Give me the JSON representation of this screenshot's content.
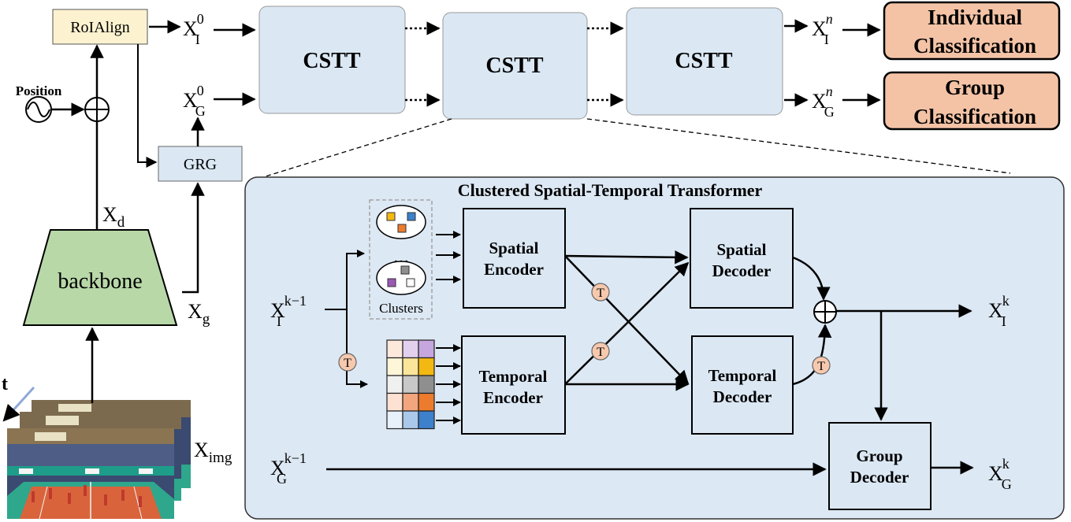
{
  "top": {
    "roialign": "RoIAlign",
    "position": "Position",
    "grg": "GRG",
    "cstt": [
      "CSTT",
      "CSTT",
      "CSTT"
    ],
    "individual_cls": [
      "Individual",
      "Classification"
    ],
    "group_cls": [
      "Group",
      "Classification"
    ]
  },
  "symbols": {
    "X": "X",
    "sub_I": "I",
    "sub_G": "G",
    "sup_0": "0",
    "sup_n": "n",
    "sup_k": "k",
    "sup_k_minus_1": "k−1",
    "sub_d": "d",
    "sub_g": "g",
    "sub_img": "img",
    "t": "t",
    "T": "T"
  },
  "backbone": {
    "label": "backbone"
  },
  "panel": {
    "title": "Clustered Spatial-Temporal Transformer",
    "clusters_label": "Clusters",
    "ellipsis": "…",
    "spatial_encoder": [
      "Spatial",
      "Encoder"
    ],
    "temporal_encoder": [
      "Temporal",
      "Encoder"
    ],
    "spatial_decoder": [
      "Spatial",
      "Decoder"
    ],
    "temporal_decoder": [
      "Temporal",
      "Decoder"
    ],
    "group_decoder": [
      "Group",
      "Decoder"
    ]
  },
  "colors": {
    "box_blue": "#dbe8f4",
    "panel_blue": "#dce8f3",
    "roialign_fill": "#fdf2d0",
    "backbone_green": "#b8d8a8",
    "cls_orange": "#f4c3a6",
    "t_badge": "#f6c9ae",
    "court": "#d9643c",
    "court_floor": "#2ea78c"
  },
  "temporal_grid": [
    [
      "#fde9dc",
      "#e2d0ee",
      "#c5a6de"
    ],
    [
      "#fdf6d9",
      "#fbe59a",
      "#f3b812"
    ],
    [
      "#f0f0f0",
      "#c8c8c8",
      "#8f8f8f"
    ],
    [
      "#fde2d3",
      "#f3a67e",
      "#ec7b2e"
    ],
    [
      "#e8f0f9",
      "#a9c8ea",
      "#3d80cc"
    ]
  ]
}
